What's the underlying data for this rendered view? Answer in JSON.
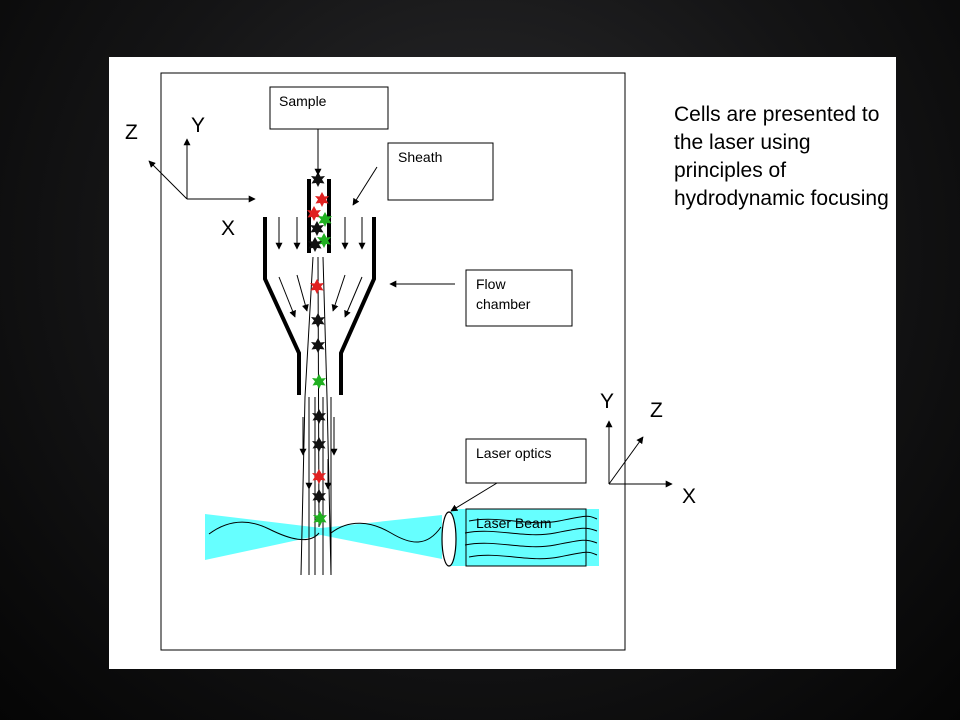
{
  "caption": "Cells are presented to the laser using principles of hydrodynamic focusing",
  "labels": {
    "sample": "Sample",
    "sheath": "Sheath",
    "flow_chamber_line1": "Flow",
    "flow_chamber_line2": "chamber",
    "laser_optics": "Laser optics",
    "laser_beam": "Laser Beam"
  },
  "axes_top_left": {
    "z": "Z",
    "y": "Y",
    "x": "X"
  },
  "axes_bottom_right": {
    "y": "Y",
    "z": "Z",
    "x": "X"
  },
  "colors": {
    "laser_beam": "#66ffff",
    "cell_red": "#e02020",
    "cell_green": "#20b020",
    "cell_black": "#111111"
  }
}
